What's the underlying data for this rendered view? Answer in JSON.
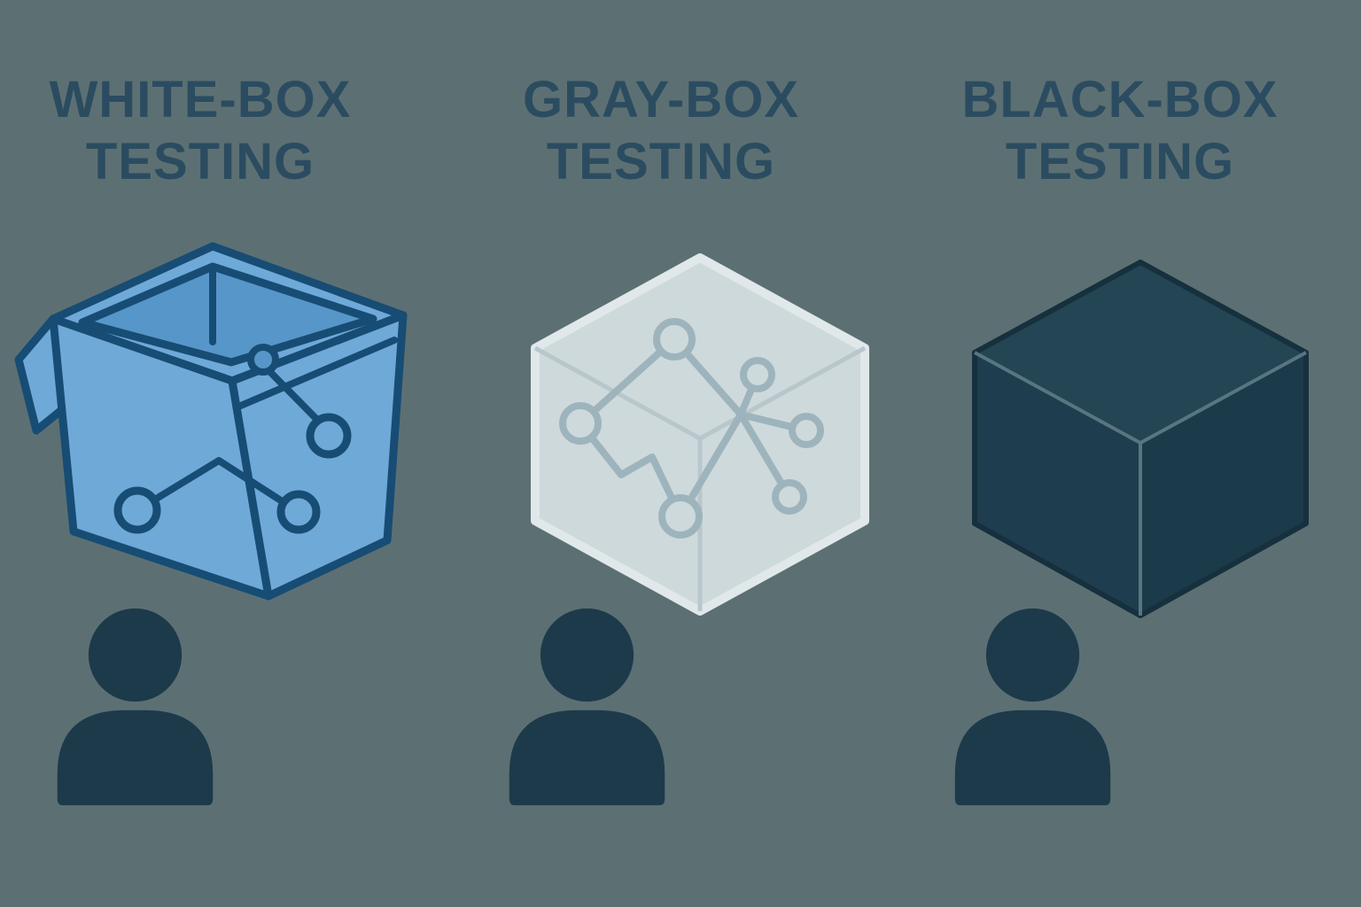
{
  "columns": [
    {
      "id": "white-box",
      "title_line1": "WHITE-BOX",
      "title_line2": "TESTING",
      "icon": "open-blue-box-with-network-icon",
      "person_icon": "tester-person-icon"
    },
    {
      "id": "gray-box",
      "title_line1": "GRAY-BOX",
      "title_line2": "TESTING",
      "icon": "translucent-gray-cube-with-network-icon",
      "person_icon": "tester-person-icon"
    },
    {
      "id": "black-box",
      "title_line1": "BLACK-BOX",
      "title_line2": "TESTING",
      "icon": "solid-black-cube-icon",
      "person_icon": "tester-person-icon"
    }
  ],
  "colors": {
    "background": "#5c7073",
    "title-text": "#2b4c60",
    "person": "#1d3a4b",
    "box-blue-fill": "#6fa9d8",
    "box-blue-interior": "#5796c9",
    "box-blue-stroke": "#174c74",
    "gray-cube-fill": "#ced9dc",
    "gray-cube-outline": "#e0e8ea",
    "gray-cube-edge": "#b8c7cc",
    "gray-network": "#9eb4bd",
    "black-cube-fill": "#1e3d4e",
    "black-cube-top": "#234554",
    "black-cube-side": "#1b3a4a",
    "black-cube-edge": "#587680",
    "black-cube-silhouette": "#16303d"
  }
}
